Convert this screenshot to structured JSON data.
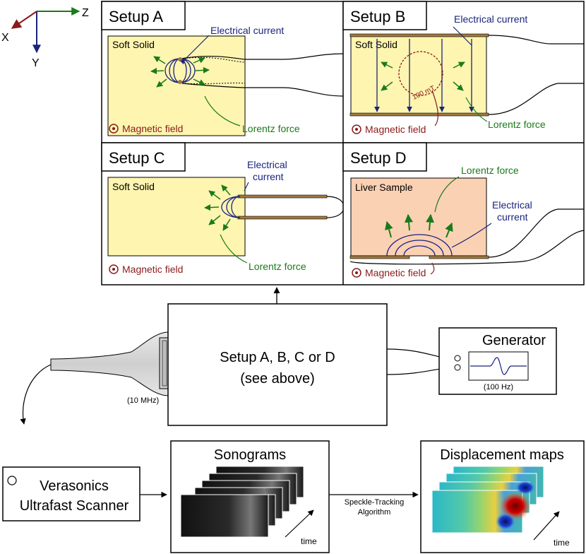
{
  "axes": {
    "z": "Z",
    "x": "X",
    "y": "Y"
  },
  "setup_a": {
    "title": "Setup A",
    "solid": "Soft Solid",
    "current": "Electrical current",
    "force": "Lorentz force",
    "field": "Magnetic field"
  },
  "setup_b": {
    "title": "Setup B",
    "solid": "Soft Solid",
    "current": "Electrical current",
    "field_strength": "100 mT",
    "force": "Lorentz force",
    "field": "Magnetic field"
  },
  "setup_c": {
    "title": "Setup C",
    "solid": "Soft Solid",
    "current_l1": "Electrical",
    "current_l2": "current",
    "force": "Lorentz force",
    "field": "Magnetic field"
  },
  "setup_d": {
    "title": "Setup D",
    "sample": "Liver Sample",
    "force": "Lorentz force",
    "current_l1": "Electrical",
    "current_l2": "current",
    "field": "Magnetic field"
  },
  "center_box": {
    "line1": "Setup A, B, C or D",
    "line2": "(see above)"
  },
  "probe": {
    "freq": "(10 MHz)"
  },
  "generator": {
    "title": "Generator",
    "freq": "(100 Hz)"
  },
  "scanner": {
    "line1": "Verasonics",
    "line2": "Ultrafast Scanner"
  },
  "sonograms": {
    "title": "Sonograms",
    "time": "time"
  },
  "tracking": {
    "line1": "Speckle-Tracking",
    "line2": "Algorithm"
  },
  "displacement": {
    "title": "Displacement maps",
    "time": "time"
  },
  "colors": {
    "solid": "#fdf5b0",
    "liver": "#fbd1b4",
    "current": "#1a237e",
    "force": "#1b7a1b",
    "field": "#8b1a1a",
    "electrode": "#a07840"
  }
}
